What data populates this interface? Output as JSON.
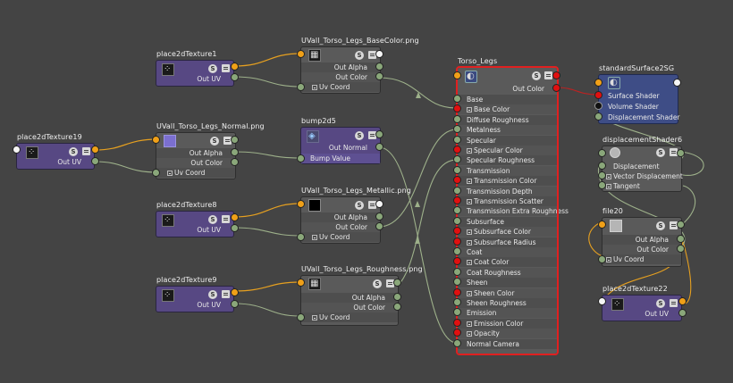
{
  "colors": {
    "background": "#444444",
    "texture_node": "#574883",
    "file_node": "#5a5a5a",
    "shading_group": "#3e4d86",
    "selection": "#e02020",
    "uv_wire": "#e6a020",
    "color_wire": "#9db08a"
  },
  "icons": {
    "place2d": "dots-grid-icon",
    "file_texture": "texture-file-icon",
    "bump": "bump-icon",
    "standard_surface": "shader-ball-icon",
    "swatch_toggle": "swatch-toggle-icon",
    "attribute_menu": "attribute-menu-icon"
  },
  "nodes": {
    "place2d1": {
      "title": "place2dTexture1",
      "out_uv": "Out UV"
    },
    "place2d19": {
      "title": "place2dTexture19",
      "out_uv": "Out UV"
    },
    "place2d8": {
      "title": "place2dTexture8",
      "out_uv": "Out UV"
    },
    "place2d9": {
      "title": "place2dTexture9",
      "out_uv": "Out UV"
    },
    "place2d22": {
      "title": "place2dTexture22",
      "out_uv": "Out UV"
    },
    "basecolor": {
      "title": "UVall_Torso_Legs_BaseColor.png",
      "out_alpha": "Out Alpha",
      "out_color": "Out Color",
      "uv_coord": "Uv Coord"
    },
    "normal": {
      "title": "UVall_Torso_Legs_Normal.png",
      "out_alpha": "Out Alpha",
      "out_color": "Out Color",
      "uv_coord": "Uv Coord"
    },
    "metallic": {
      "title": "UVall_Torso_Legs_Metallic.png",
      "out_alpha": "Out Alpha",
      "out_color": "Out Color",
      "uv_coord": "Uv Coord"
    },
    "roughness": {
      "title": "UVall_Torso_Legs_Roughness.png",
      "out_alpha": "Out Alpha",
      "out_color": "Out Color",
      "uv_coord": "Uv Coord"
    },
    "bump": {
      "title": "bump2d5",
      "out_normal": "Out Normal",
      "bump_value": "Bump Value"
    },
    "file20": {
      "title": "file20",
      "out_alpha": "Out Alpha",
      "out_color": "Out Color",
      "uv_coord": "Uv Coord"
    },
    "sg": {
      "title": "standardSurface2SG",
      "surface": "Surface Shader",
      "volume": "Volume Shader",
      "displacement": "Displacement Shader"
    },
    "disp": {
      "title": "displacementShader6",
      "displacement": "Displacement",
      "vector_disp": "Vector Displacement",
      "tangent": "Tangent"
    },
    "torso": {
      "title": "Torso_Legs",
      "out_color": "Out Color",
      "attributes": [
        "Base",
        "Base Color",
        "Diffuse Roughness",
        "Metalness",
        "Specular",
        "Specular Color",
        "Specular Roughness",
        "Transmission",
        "Transmission Color",
        "Transmission Depth",
        "Transmission Scatter",
        "Transmission Extra Roughness",
        "Subsurface",
        "Subsurface Color",
        "Subsurface Radius",
        "Coat",
        "Coat Color",
        "Coat Roughness",
        "Sheen",
        "Sheen Color",
        "Sheen Roughness",
        "Emission",
        "Emission Color",
        "Opacity",
        "Normal Camera"
      ]
    }
  }
}
